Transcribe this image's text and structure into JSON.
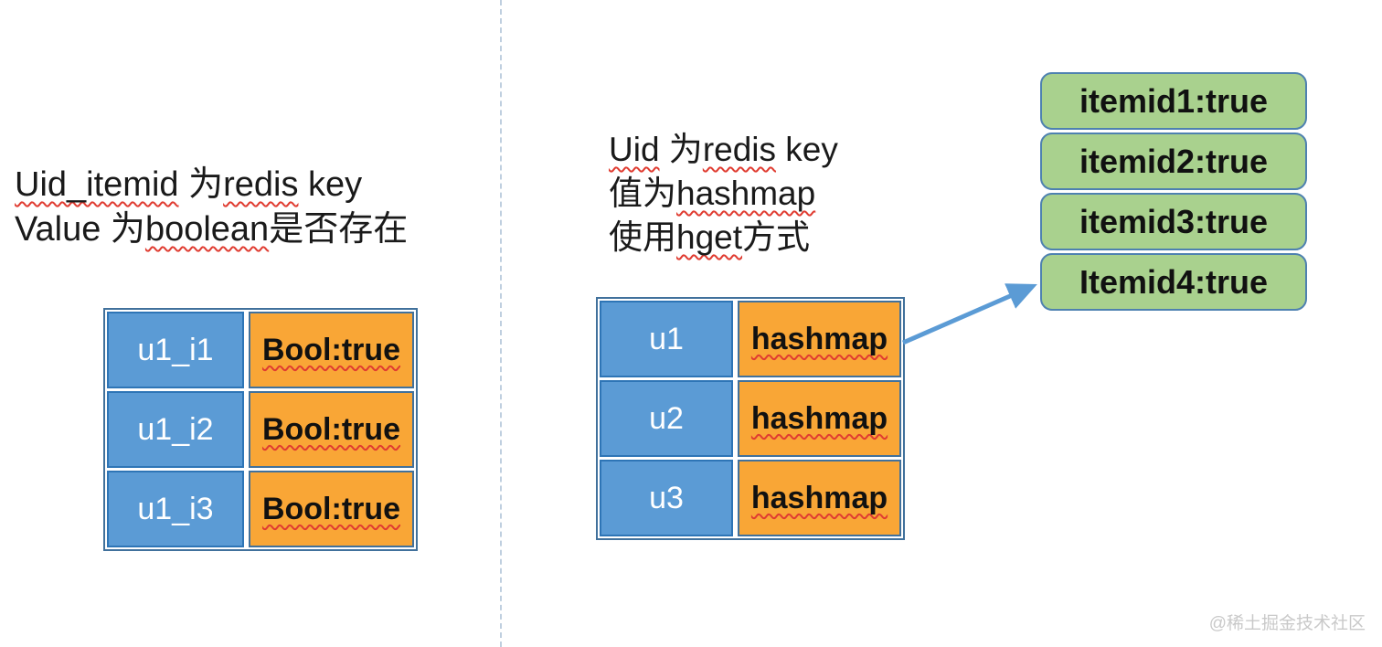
{
  "colors": {
    "key_cell_fill": "#5B9BD5",
    "key_cell_border": "#2E75B6",
    "value_cell_fill": "#F9A636",
    "value_cell_border": "#41719C",
    "entry_fill": "#A9D18E",
    "entry_border": "#4E81B0",
    "arrow": "#5B9BD5",
    "spellcheck_underline": "#E03C31",
    "divider": "#BFCFDF",
    "watermark_color": "#C9C9C9"
  },
  "left_panel": {
    "note": {
      "lines": [
        {
          "segments": [
            {
              "text": "Uid_itemid",
              "underlined": true
            },
            {
              "text": " 为",
              "underlined": false
            },
            {
              "text": "redis",
              "underlined": true
            },
            {
              "text": " key",
              "underlined": false
            }
          ]
        },
        {
          "segments": [
            {
              "text": "Value 为",
              "underlined": false
            },
            {
              "text": "boolean",
              "underlined": true
            },
            {
              "text": "是否存在",
              "underlined": false
            }
          ]
        }
      ]
    },
    "table": {
      "rows": [
        {
          "key": "u1_i1",
          "value": "Bool:true"
        },
        {
          "key": "u1_i2",
          "value": "Bool:true"
        },
        {
          "key": "u1_i3",
          "value": "Bool:true"
        }
      ]
    }
  },
  "right_panel": {
    "note": {
      "lines": [
        {
          "segments": [
            {
              "text": "Uid",
              "underlined": true
            },
            {
              "text": " 为",
              "underlined": false
            },
            {
              "text": "redis",
              "underlined": true
            },
            {
              "text": " key",
              "underlined": false
            }
          ]
        },
        {
          "segments": [
            {
              "text": "值为",
              "underlined": false
            },
            {
              "text": "hashmap",
              "underlined": true
            }
          ]
        },
        {
          "segments": [
            {
              "text": "使用",
              "underlined": false
            },
            {
              "text": "hget",
              "underlined": true
            },
            {
              "text": "方式",
              "underlined": false
            }
          ]
        }
      ]
    },
    "table": {
      "rows": [
        {
          "key": "u1",
          "value": "hashmap"
        },
        {
          "key": "u2",
          "value": "hashmap"
        },
        {
          "key": "u3",
          "value": "hashmap"
        }
      ]
    },
    "hashmap_entries": [
      {
        "label": "itemid1:true"
      },
      {
        "label": "itemid2:true"
      },
      {
        "label": "itemid3:true"
      },
      {
        "label": "Itemid4:true"
      }
    ]
  },
  "watermark": "@稀土掘金技术社区"
}
